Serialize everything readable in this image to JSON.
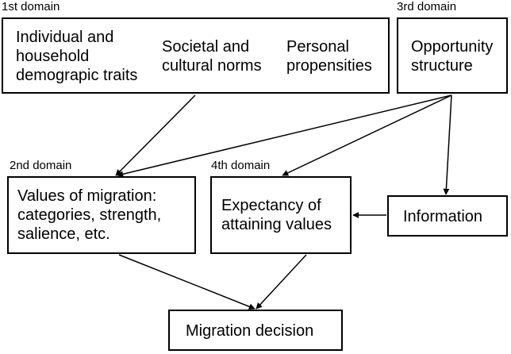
{
  "domains": {
    "first": "1st domain",
    "second": "2nd domain",
    "third": "3rd domain",
    "fourth": "4th domain"
  },
  "boxes": {
    "individual": [
      "Individual and",
      "household",
      "demograpic traits"
    ],
    "societal": [
      "Societal and",
      "cultural norms"
    ],
    "personal": [
      "Personal",
      "propensities"
    ],
    "opportunity": [
      "Opportunity",
      "structure"
    ],
    "values": [
      "Values of migration:",
      "categories, strength,",
      "salience, etc."
    ],
    "expectancy": [
      "Expectancy of",
      "attaining values"
    ],
    "information": [
      "Information"
    ],
    "decision": [
      "Migration decision"
    ]
  },
  "colors": {
    "stroke": "#000000",
    "background": "#ffffff"
  }
}
